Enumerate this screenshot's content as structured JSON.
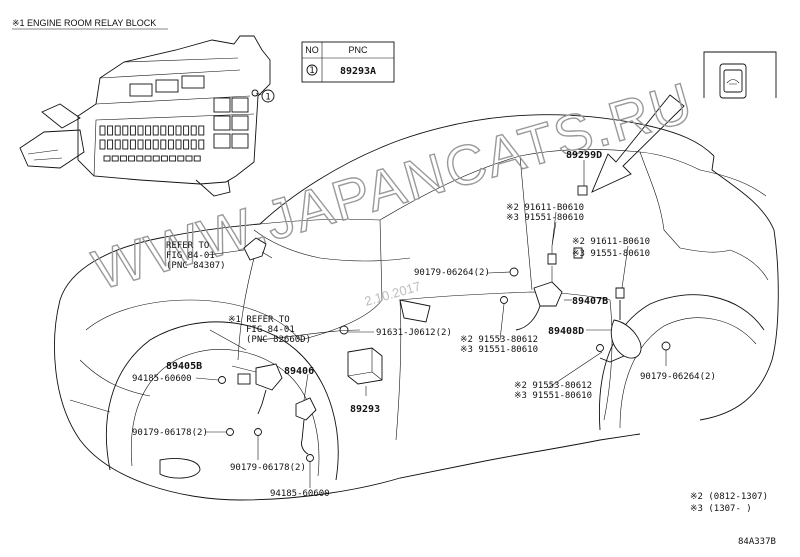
{
  "relay_block": {
    "title": "※1 ENGINE ROOM RELAY BLOCK",
    "callout": "1"
  },
  "pnc_table": {
    "headers": [
      "NO",
      "PNC"
    ],
    "rows": [
      {
        "no": "1",
        "pnc": "89293A"
      }
    ]
  },
  "watermark": "WWW.JAPANCATS.RU",
  "stamp": "2.10.2017",
  "labels": {
    "refer1": [
      "REFER TO",
      "FIG 84-01",
      "(PNC 84307)"
    ],
    "refer2": [
      "※1 REFER TO",
      "FIG 84-01",
      "(PNC 82660D)"
    ],
    "p89299D": "89299D",
    "p91611a": "※2 91611-B0610",
    "p91551a": "※3 91551-80610",
    "p91611b": "※2 91611-B0610",
    "p91551b": "※3 91551-80610",
    "p90179_06264a": "90179-06264(2)",
    "p89407B": "89407B",
    "p91631": "91631-J0612(2)",
    "p91553a": "※2 91553-80612",
    "p91551c": "※3 91551-80610",
    "p89408D": "89408D",
    "p89405B": "89405B",
    "p89406": "89406",
    "p94185a": "94185-60600",
    "p89293": "89293",
    "p91553b": "※2 91553-80612",
    "p91551d": "※3 91551-80610",
    "p90179_06264b": "90179-06264(2)",
    "p90179_06178a": "90179-06178(2)",
    "p90179_06178b": "90179-06178(2)",
    "p94185b": "94185-60600"
  },
  "notes": [
    "※2 (0812-1307)",
    "※3 (1307-     )"
  ],
  "figure_id": "84A337B",
  "icon": "headlamp-leveling-switch-icon"
}
